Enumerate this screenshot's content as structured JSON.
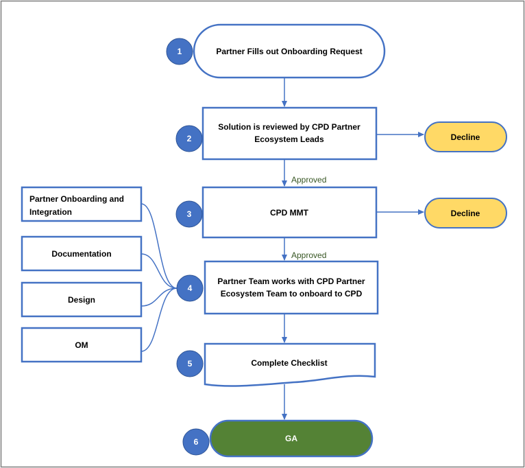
{
  "steps": [
    {
      "number": "1",
      "label": "Partner Fills out Onboarding Request"
    },
    {
      "number": "2",
      "label_line1": "Solution is reviewed by CPD Partner",
      "label_line2": "Ecosystem Leads"
    },
    {
      "number": "3",
      "label": "CPD MMT"
    },
    {
      "number": "4",
      "label_line1": "Partner Team works with CPD Partner",
      "label_line2": "Ecosystem Team to onboard to CPD"
    },
    {
      "number": "5",
      "label": "Complete Checklist"
    },
    {
      "number": "6",
      "label": "GA"
    }
  ],
  "decisions": [
    {
      "label": "Decline"
    },
    {
      "label": "Decline"
    }
  ],
  "edge_labels": [
    "Approved",
    "Approved"
  ],
  "inputs": [
    {
      "label_line1": "Partner Onboarding and",
      "label_line2": "Integration"
    },
    {
      "label": "Documentation"
    },
    {
      "label": "Design"
    },
    {
      "label": "OM"
    }
  ],
  "colors": {
    "stroke": "#4472C4",
    "badge": "#4472C4",
    "decline_fill": "#FFD966",
    "ga_fill": "#548235",
    "approved_text": "#375623"
  }
}
